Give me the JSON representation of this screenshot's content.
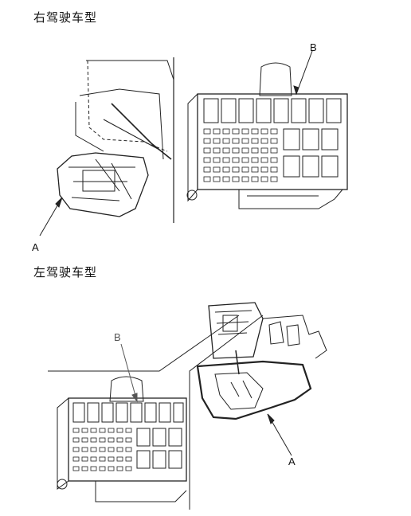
{
  "sections": {
    "rhd_title": "右驾驶车型",
    "lhd_title": "左驾驶车型"
  },
  "callouts": {
    "a_top": "A",
    "b_top": "B",
    "b_bottom": "B",
    "a_bottom": "A"
  }
}
